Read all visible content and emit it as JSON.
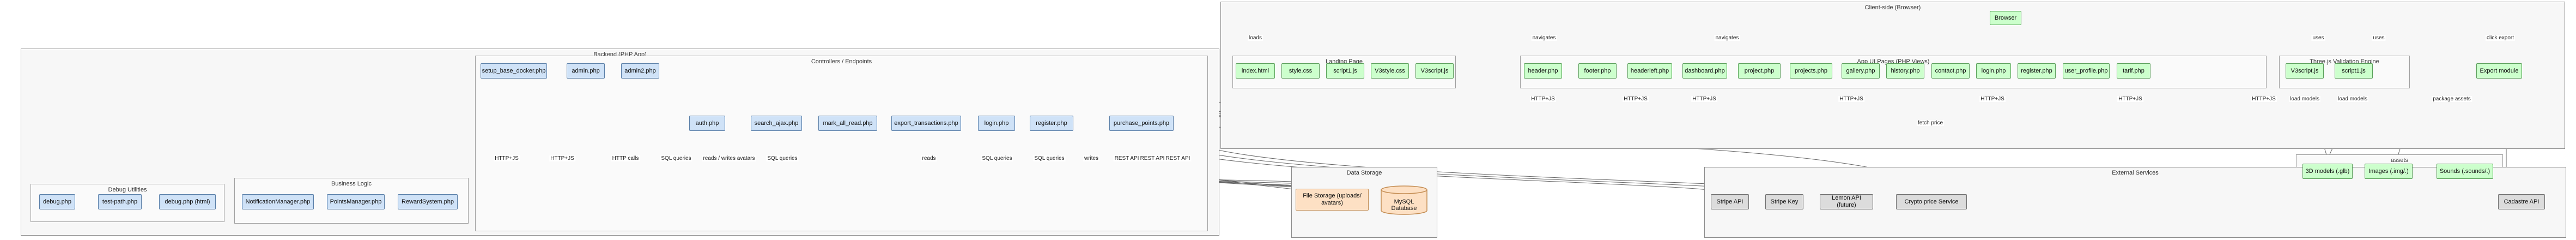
{
  "clusters": {
    "client": "Client-side (Browser)",
    "landing": "Landing Page",
    "app_pages": "App UI Pages (PHP Views)",
    "three": "Three.js Validation Engine",
    "assets": "assets",
    "backend": "Backend (PHP App)",
    "controllers": "Controllers / Endpoints",
    "debug": "Debug Utilities",
    "business": "Business Logic",
    "data": "Data Storage",
    "external": "External Services"
  },
  "nodes": {
    "browser": "Browser",
    "index_html": "index.html",
    "style_css": "style.css",
    "script_js": "script1.js",
    "v3style_css": "V3style.css",
    "v3script_js": "V3script.js",
    "header_php": "header.php",
    "footer_php": "footer.php",
    "headerleft_php": "headerleft.php",
    "dashboard_php": "dashboard.php",
    "project_php": "project.php",
    "projects_php": "projects.php",
    "gallery_php": "gallery.php",
    "history_php": "history.php",
    "contact_php": "contact.php",
    "login_php": "login.php",
    "register_php": "register.php",
    "user_profile_php": "user_profile.php",
    "tarif_php": "tarif.php",
    "v3script2_js": "V3script.js",
    "script2_js": "script1.js",
    "export_module": "Export module",
    "models_3d": "3D models (.glb)",
    "images": "Images (.img/.)",
    "sounds": "Sounds (.sounds/.)",
    "setup_base": "setup_base_docker.php",
    "admin_php": "admin.php",
    "admin2_php": "admin2.php",
    "auth_php": "auth.php",
    "search_ajax_php": "search_ajax.php",
    "mark_all_read_php": "mark_all_read.php",
    "export_transactions_php": "export_transactions.php",
    "login_ctrl_php": "login.php",
    "register_ctrl_php": "register.php",
    "purchase_points_php": "purchase_points.php",
    "debug_php": "debug.php",
    "test_path_php": "test-path.php",
    "debug_php_html": "debug.php (html)",
    "notification_mgr": "NotificationManager.php",
    "points_mgr": "PointsManager.php",
    "reward_system": "RewardSystem.php",
    "file_storage": "File Storage (uploads/ avatars)",
    "mysql": "MySQL Database",
    "stripe_api": "Stripe API",
    "stripe_key": "Stripe Key",
    "lemon_api": "Lemon API (future)",
    "crypto_price": "Crypto price Service",
    "cadastre_api": "Cadastre API"
  },
  "edges": {
    "loads": "loads",
    "navigates_1": "navigates",
    "navigates_2": "navigates",
    "uses_1": "uses",
    "uses_2": "uses",
    "clicks_export": "click export",
    "http_1": "HTTP+JS",
    "http_2": "HTTP+JS",
    "http_3": "HTTP+JS",
    "http_4": "HTTP+JS",
    "http_5": "HTTP+JS",
    "http_6": "HTTP+JS",
    "http_7": "HTTP+JS",
    "http_8": "HTTP+JS",
    "http_9": "HTTP+JS",
    "load_models_1": "load models",
    "load_models_2": "load models",
    "package_assets": "package assets",
    "fetch_price": "fetch price",
    "sql_queries_1": "SQL queries",
    "reads_writes": "reads / writes avatars",
    "sql_queries_2": "SQL queries",
    "reads": "reads",
    "sql_queries_3": "SQL queries",
    "sql_queries_4": "SQL queries",
    "writes": "writes",
    "rest_api_1": "REST API",
    "rest_api_2": "REST API",
    "rest_api_3": "REST API",
    "http_calls": "HTTP calls"
  },
  "colors": {
    "client_node": "#ccffcc",
    "backend_node": "#cfe2f7",
    "data_node": "#fde0c4",
    "external_node": "#dcdcdc",
    "edge": "#666666"
  }
}
